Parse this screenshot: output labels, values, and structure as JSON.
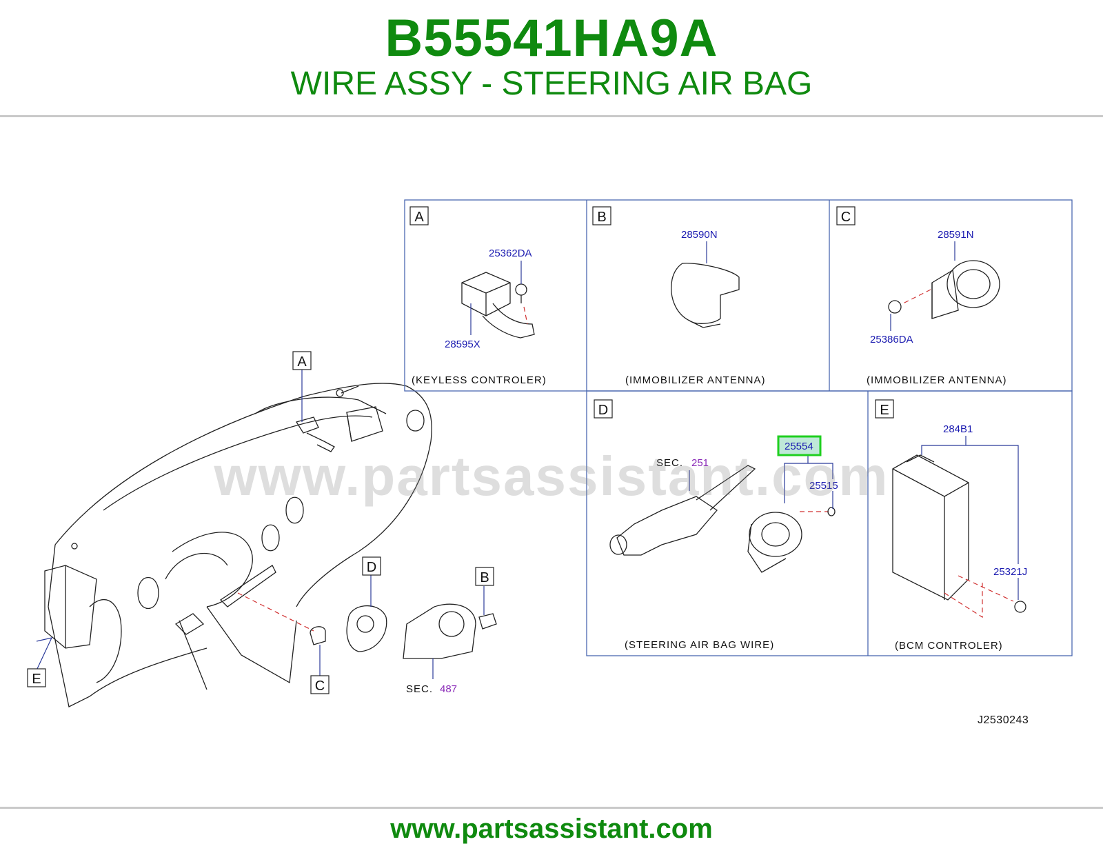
{
  "header": {
    "part_number": "B55541HA9A",
    "title": "WIRE ASSY - STEERING AIR BAG"
  },
  "diagram": {
    "watermark": "www.partsassistant.com",
    "drawing_id": "J2530243",
    "callouts": {
      "a": "A",
      "b": "B",
      "c": "C",
      "d": "D",
      "e": "E"
    },
    "section_refs": [
      {
        "prefix": "SEC.",
        "number": "487"
      },
      {
        "prefix": "SEC.",
        "number": "251"
      }
    ],
    "panels": {
      "a": {
        "letter": "A",
        "caption": "(KEYLESS   CONTROLER)",
        "parts": [
          "25362DA",
          "28595X"
        ]
      },
      "b": {
        "letter": "B",
        "caption": "(IMMOBILIZER   ANTENNA)",
        "parts": [
          "28590N"
        ]
      },
      "c": {
        "letter": "C",
        "caption": "(IMMOBILIZER   ANTENNA)",
        "parts": [
          "28591N",
          "25386DA"
        ]
      },
      "d": {
        "letter": "D",
        "caption": "(STEERING   AIR   BAG   WIRE)",
        "parts": [
          "25554",
          "25515"
        ],
        "highlighted_part": "25554"
      },
      "e": {
        "letter": "E",
        "caption": "(BCM   CONTROLER)",
        "parts": [
          "284B1",
          "25321J"
        ]
      }
    },
    "colors": {
      "brand_green": "#0f8a0f",
      "part_number_blue": "#1a1ab0",
      "section_purple": "#8a2ab8",
      "highlight_green": "#1fcf1f",
      "dashed_red": "#d03030"
    }
  },
  "footer": {
    "url": "www.partsassistant.com"
  }
}
